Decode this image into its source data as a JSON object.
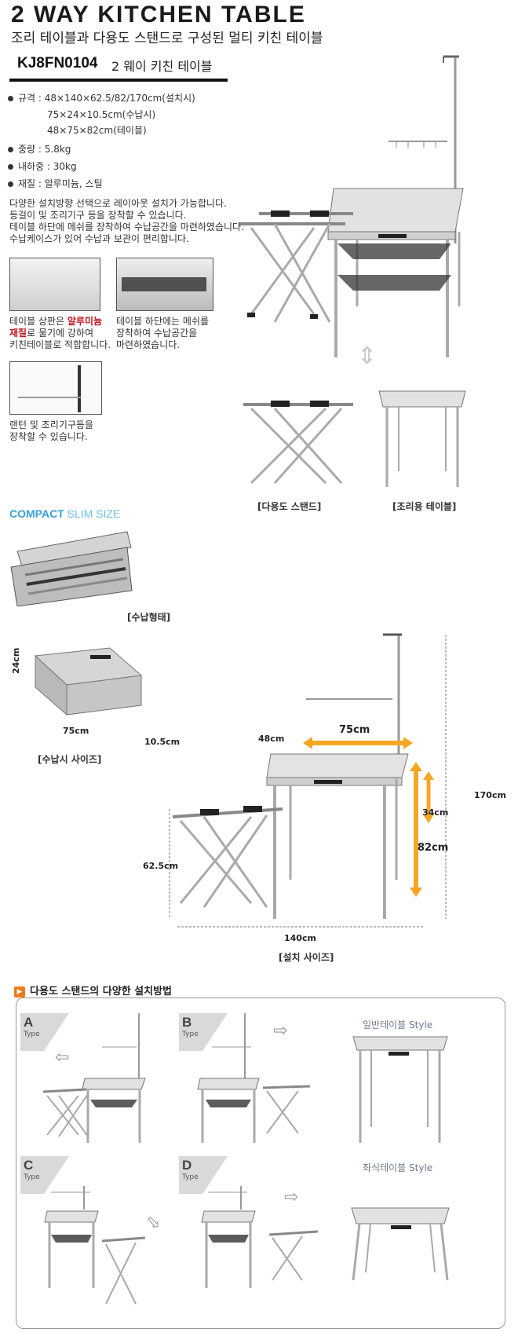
{
  "header": {
    "title": "2 WAY KITCHEN TABLE",
    "subtitle": "조리 테이블과 다용도 스탠드로 구성된 멀티 키친 테이블",
    "model_code": "KJ8FN0104",
    "model_name": "2 웨이 키친 테이블"
  },
  "specs": {
    "size_label": "규격 : 48×140×62.5/82/170cm(설치시)",
    "size_line2": "75×24×10.5cm(수납시)",
    "size_line3": "48×75×82cm(테이블)",
    "weight": "중량 : 5.8kg",
    "load": "내하중 : 30kg",
    "material": "재질 : 알루미늄, 스틸"
  },
  "description": [
    "다양한 설치방향 선택으로 레이아웃 설치가 가능합니다.",
    "등걸이 및 조리기구 등을 장착할 수 있습니다.",
    "테이블 하단에 메쉬를 장착하여 수납공간을 마련하였습니다.",
    "수납케이스가 있어 수납과 보관이 편리합니다."
  ],
  "features": {
    "top": {
      "line1_pre": "테이블 상판은 ",
      "line1_red": "알루미늄",
      "line2_red": "재질",
      "line2_post": "로 물기에 강하여",
      "line3": "키친테이블로 적합합니다."
    },
    "mesh": {
      "line1": "테이블 하단에는 메쉬를",
      "line2": "장착하여 수납공간을",
      "line3": "마련하였습니다."
    },
    "lantern": {
      "line1": "랜턴 및 조리기구등을",
      "line2": "장착할 수 있습니다."
    }
  },
  "labels": {
    "stand": "[다용도 스탠드]",
    "table": "[조리용 테이블]",
    "compact": "COMPACT",
    "slim": "SLIM SIZE",
    "storage_form": "[수납형태]",
    "storage_size": "[수납시 사이즈]",
    "install_size": "[설치 사이즈]"
  },
  "dimensions": {
    "case_h": "24cm",
    "case_w": "75cm",
    "case_d": "10.5cm",
    "d48": "48cm",
    "d75": "75cm",
    "d34": "34cm",
    "d82": "82cm",
    "d170": "170cm",
    "d625": "62.5cm",
    "d140": "140cm"
  },
  "install_methods": {
    "heading": "다용도 스탠드의 다양한 설치방법",
    "type_word": "Type",
    "types": [
      "A",
      "B",
      "C",
      "D"
    ],
    "style_general": "일반테이블 Style",
    "style_floor": "좌식테이블 Style"
  },
  "colors": {
    "accent_orange": "#f5a623",
    "red_text": "#c0161e",
    "compact_blue": "#3aa0d8"
  }
}
